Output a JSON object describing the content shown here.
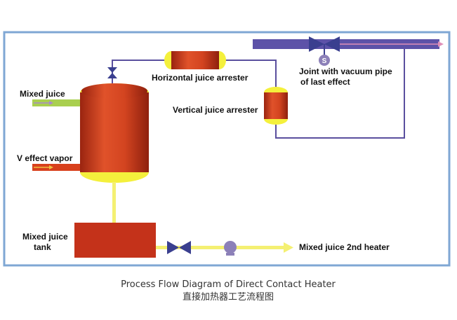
{
  "labels": {
    "horizontal_arrester": "Horizontal juice arrester",
    "vertical_arrester": "Vertical juice arrester",
    "vacuum_joint_line1": "Joint with vacuum pipe",
    "vacuum_joint_line2": "of last effect",
    "mixed_juice": "Mixed juice",
    "v_effect_vapor": "V effect vapor",
    "tank_line1": "Mixed juice",
    "tank_line2": "tank",
    "outlet": "Mixed juice 2nd heater",
    "pump_glyph": "S"
  },
  "caption": {
    "en": "Process Flow Diagram of Direct Contact Heater",
    "zh": "直接加热器工艺流程图"
  },
  "colors": {
    "frame_border": "#7fa7d4",
    "background": "#ffffff",
    "vessel_red": "#c4321a",
    "vessel_cap": "#f4f03c",
    "vapor_pipe": "#5a4f9e",
    "vacuum_pipe": "#5d52a8",
    "juice_pipe": "#f4f072",
    "mixed_juice_pipe": "#a9cf4f",
    "valve": "#3a3f8f",
    "pump": "#8c80b8"
  }
}
